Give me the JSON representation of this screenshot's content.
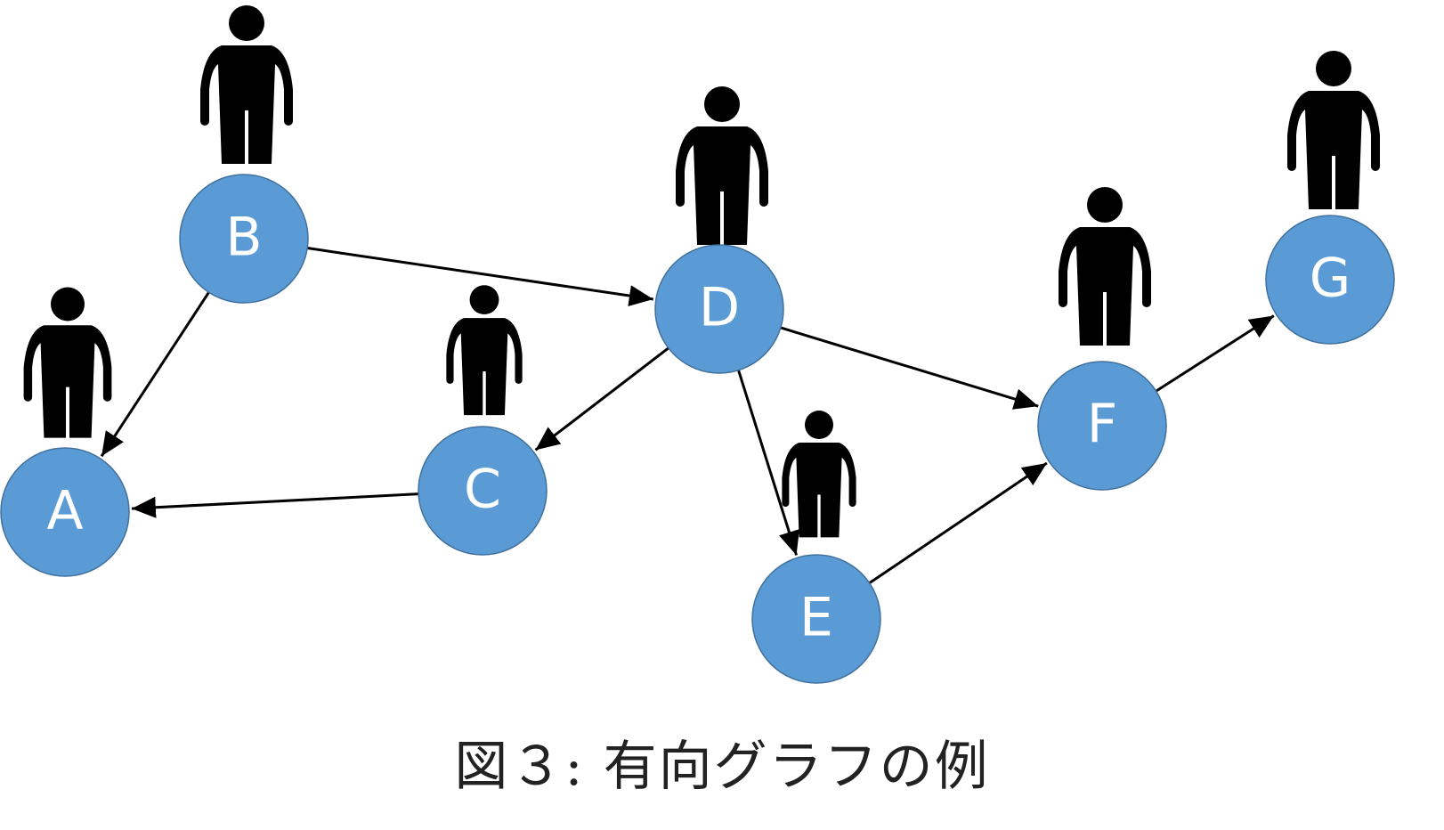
{
  "caption": "図３: 有向グラフの例",
  "colors": {
    "node_fill": "#5B9BD5",
    "node_stroke": "#41719C",
    "node_label": "#ffffff",
    "edge": "#000000",
    "person_icon": "#000000"
  },
  "icon": "person-icon",
  "nodes": [
    {
      "id": "A",
      "label": "A"
    },
    {
      "id": "B",
      "label": "B"
    },
    {
      "id": "C",
      "label": "C"
    },
    {
      "id": "D",
      "label": "D"
    },
    {
      "id": "E",
      "label": "E"
    },
    {
      "id": "F",
      "label": "F"
    },
    {
      "id": "G",
      "label": "G"
    }
  ],
  "edges": [
    {
      "from": "B",
      "to": "A"
    },
    {
      "from": "B",
      "to": "D"
    },
    {
      "from": "C",
      "to": "A"
    },
    {
      "from": "D",
      "to": "C"
    },
    {
      "from": "D",
      "to": "E"
    },
    {
      "from": "D",
      "to": "F"
    },
    {
      "from": "E",
      "to": "F"
    },
    {
      "from": "F",
      "to": "G"
    }
  ]
}
